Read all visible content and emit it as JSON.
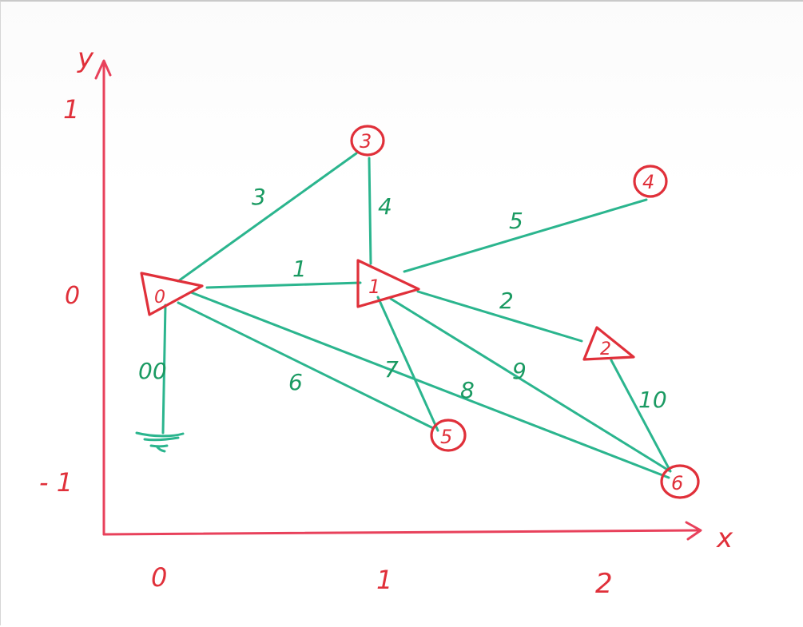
{
  "colors": {
    "axis": "#e8415b",
    "node_stroke": "#e0303a",
    "node_text": "#e0303a",
    "edge": "#2bb58e",
    "edge_label": "#1a9a62",
    "board": "#ffffff"
  },
  "axes": {
    "x_label": "x",
    "y_label": "y",
    "x_ticks": [
      "0",
      "1",
      "2"
    ],
    "y_ticks": [
      "1",
      "0",
      "- 1"
    ]
  },
  "nodes": [
    {
      "id": "0",
      "label": "0",
      "shape": "triangle"
    },
    {
      "id": "1",
      "label": "1",
      "shape": "triangle"
    },
    {
      "id": "2",
      "label": "2",
      "shape": "triangle"
    },
    {
      "id": "3",
      "label": "3",
      "shape": "circle"
    },
    {
      "id": "4",
      "label": "4",
      "shape": "circle"
    },
    {
      "id": "5",
      "label": "5",
      "shape": "circle"
    },
    {
      "id": "6",
      "label": "6",
      "shape": "circle"
    }
  ],
  "edges": [
    {
      "label": "00",
      "from": "0",
      "to": "ground"
    },
    {
      "label": "1",
      "from": "0",
      "to": "1"
    },
    {
      "label": "2",
      "from": "1",
      "to": "2"
    },
    {
      "label": "3",
      "from": "0",
      "to": "3"
    },
    {
      "label": "4",
      "from": "3",
      "to": "1"
    },
    {
      "label": "5",
      "from": "1",
      "to": "4"
    },
    {
      "label": "6",
      "from": "0",
      "to": "5"
    },
    {
      "label": "7",
      "from": "1",
      "to": "5"
    },
    {
      "label": "8",
      "from": "0",
      "to": "6"
    },
    {
      "label": "9",
      "from": "1",
      "to": "6"
    },
    {
      "label": "10",
      "from": "2",
      "to": "6"
    }
  ]
}
